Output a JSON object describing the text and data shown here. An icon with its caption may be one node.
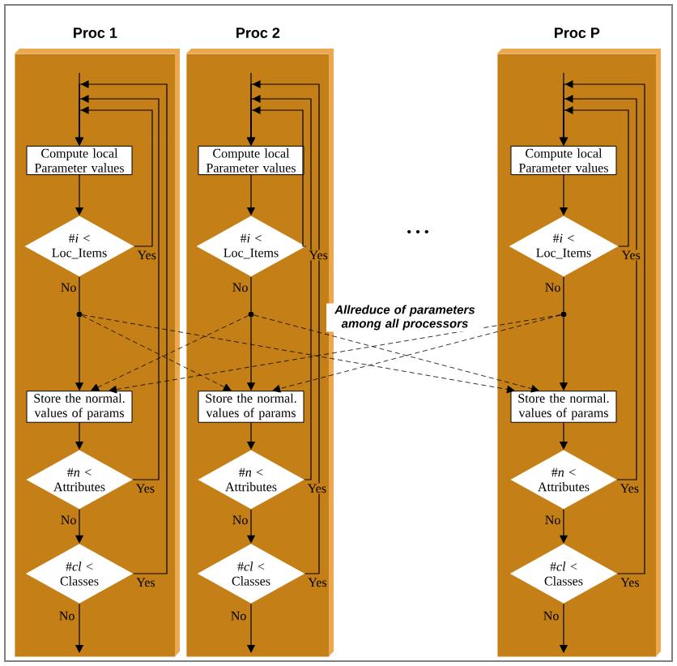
{
  "diagram": {
    "nodes": [
      {
        "text": [
          "Proc  1"
        ]
      },
      {
        "text": [
          "Compute  local Parameter values"
        ],
        "in": 0
      },
      {
        "text": [
          "#*i* < Loc_Items"
        ],
        "in": 0
      },
      {
        "text": [],
        "shape": "circle",
        "in": 0
      },
      {
        "text": [
          "Store the normal. values of  params"
        ],
        "in": 0
      },
      {
        "text": [
          "#*n* < Attributes"
        ],
        "in": 0
      },
      {
        "text": [
          "#*cl* < Classes"
        ],
        "in": 0
      },
      {
        "text": [
          "Proc  2"
        ]
      },
      {
        "text": [
          "Compute  local Parameter values"
        ],
        "in": 7
      },
      {
        "text": [
          "#*i* < Loc_Items"
        ],
        "in": 7
      },
      {
        "text": [],
        "shape": "circle",
        "in": 7
      },
      {
        "text": [
          "Store the normal. values of  params"
        ],
        "in": 7
      },
      {
        "text": [
          "#*n* < Attributes"
        ],
        "in": 7
      },
      {
        "text": [
          "#*cl* < Classes"
        ],
        "in": 7
      },
      {
        "text": [
          "Proc  P"
        ]
      },
      {
        "text": [
          "Compute  local Parameter values"
        ],
        "in": 14
      },
      {
        "text": [
          "#*i* < Loc_Items"
        ],
        "in": 14
      },
      {
        "text": [],
        "shape": "circle",
        "in": 14
      },
      {
        "text": [
          "Store the normal. values of  params"
        ],
        "in": 14
      },
      {
        "text": [
          "#*n* < Attributes"
        ],
        "in": 14
      },
      {
        "text": [
          "#*cl* < Classes"
        ],
        "in": 14
      }
    ],
    "edges": [
      {
        "from": null,
        "to": 1,
        "arrow": "to"
      },
      {
        "from": 1,
        "to": 2,
        "arrow": "to"
      },
      {
        "from": 2,
        "to": 1,
        "arrow": "to",
        "label": "Yes"
      },
      {
        "from": 2,
        "to": 3,
        "arrow": "none",
        "label": "No"
      },
      {
        "from": 3,
        "to": 4,
        "arrow": "to"
      },
      {
        "from": 4,
        "to": 5,
        "arrow": "to"
      },
      {
        "from": 5,
        "to": 1,
        "arrow": "to",
        "label": "Yes"
      },
      {
        "from": 5,
        "to": 6,
        "arrow": "to",
        "label": "No"
      },
      {
        "from": 6,
        "to": 1,
        "arrow": "to",
        "label": "Yes"
      },
      {
        "from": 6,
        "to": null,
        "arrow": "to",
        "label": "No"
      },
      {
        "from": null,
        "to": 8,
        "arrow": "to"
      },
      {
        "from": 8,
        "to": 9,
        "arrow": "to"
      },
      {
        "from": 9,
        "to": 8,
        "arrow": "to",
        "label": "Yes"
      },
      {
        "from": 9,
        "to": 10,
        "arrow": "none",
        "label": "No"
      },
      {
        "from": 10,
        "to": 11,
        "arrow": "to"
      },
      {
        "from": 11,
        "to": 12,
        "arrow": "to"
      },
      {
        "from": 12,
        "to": 8,
        "arrow": "to",
        "label": "Yes"
      },
      {
        "from": 12,
        "to": 13,
        "arrow": "to",
        "label": "No"
      },
      {
        "from": 13,
        "to": 8,
        "arrow": "to",
        "label": "Yes"
      },
      {
        "from": 13,
        "to": null,
        "arrow": "to",
        "label": "No"
      },
      {
        "from": null,
        "to": 15,
        "arrow": "to"
      },
      {
        "from": 15,
        "to": 16,
        "arrow": "to"
      },
      {
        "from": 16,
        "to": 15,
        "arrow": "to",
        "label": "Yes"
      },
      {
        "from": 16,
        "to": 17,
        "arrow": "none",
        "label": "No"
      },
      {
        "from": 17,
        "to": 18,
        "arrow": "to"
      },
      {
        "from": 18,
        "to": 19,
        "arrow": "to"
      },
      {
        "from": 19,
        "to": 15,
        "arrow": "to",
        "label": "Yes"
      },
      {
        "from": 19,
        "to": 20,
        "arrow": "to",
        "label": "No"
      },
      {
        "from": 20,
        "to": 15,
        "arrow": "to",
        "label": "Yes"
      },
      {
        "from": 20,
        "to": null,
        "arrow": "to",
        "label": "No"
      },
      {
        "from": 3,
        "to": 11,
        "arrow": "to",
        "style": "dashed"
      },
      {
        "from": 3,
        "to": 18,
        "arrow": "to",
        "style": "dashed"
      },
      {
        "from": 10,
        "to": 4,
        "arrow": "to",
        "style": "dashed"
      },
      {
        "from": 10,
        "to": 18,
        "arrow": "to",
        "style": "dashed"
      },
      {
        "from": 17,
        "to": 4,
        "arrow": "to",
        "style": "dashed"
      },
      {
        "from": 17,
        "to": 11,
        "arrow": "to",
        "style": "dashed"
      }
    ],
    "labels": [
      "• • •",
      "Allreduce of parameters among all processors"
    ]
  }
}
